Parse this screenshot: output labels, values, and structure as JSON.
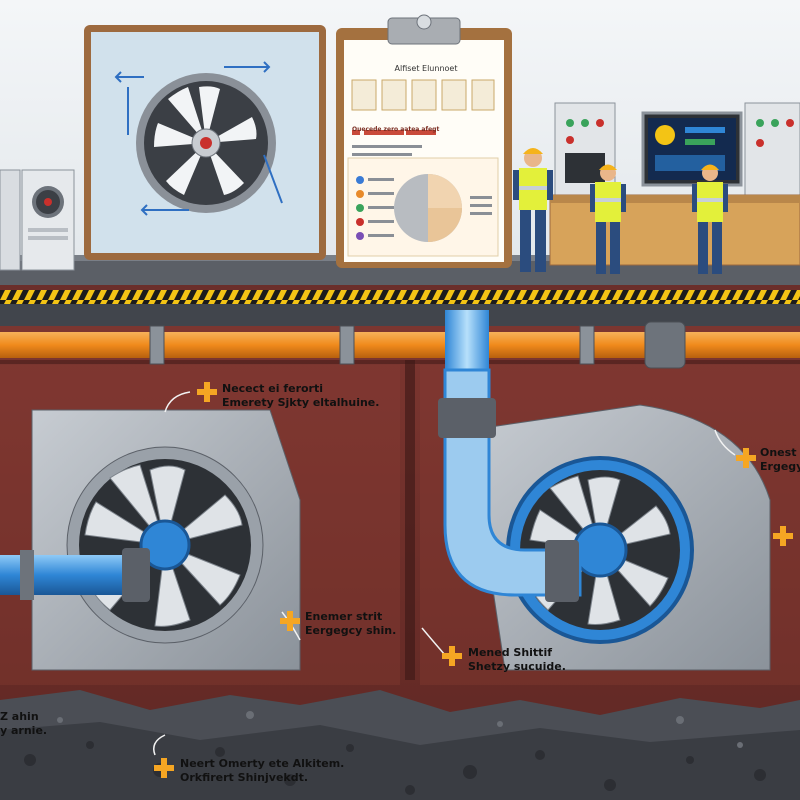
{
  "callouts": [
    {
      "id": "c1",
      "line1": "Necect ei ferorti",
      "line2": "Emerety Sjkty eltalhuine."
    },
    {
      "id": "c2",
      "line1": "Onest",
      "line2": "Ergegy"
    },
    {
      "id": "c3",
      "line1": "Enemer strit",
      "line2": "Eergegcy shin."
    },
    {
      "id": "c4",
      "line1": "Mened Shittif",
      "line2": "Shetzy sucuide."
    },
    {
      "id": "c5",
      "line1": "Neert Omerty ete Alkitem.",
      "line2": "Orkfirert Shinjvekdt."
    },
    {
      "id": "c6",
      "line1": "Z ahin",
      "line2": "y arnie."
    }
  ],
  "clipboard": {
    "title": "Alfiset Elunnoet",
    "subtitle": "Ouecede zero aatea afegt"
  },
  "colors": {
    "wall": "#6b2e2a",
    "pipe_orange": "#f08a1c",
    "pipe_blue": "#2f86d6",
    "safety_vest": "#e3f03a",
    "helmet": "#f5b31b",
    "hazard_yellow": "#f3c415"
  },
  "icons": [
    "fan-icon",
    "plus-marker-icon",
    "pie-chart-icon",
    "worker-figure",
    "control-panel",
    "monitor"
  ]
}
